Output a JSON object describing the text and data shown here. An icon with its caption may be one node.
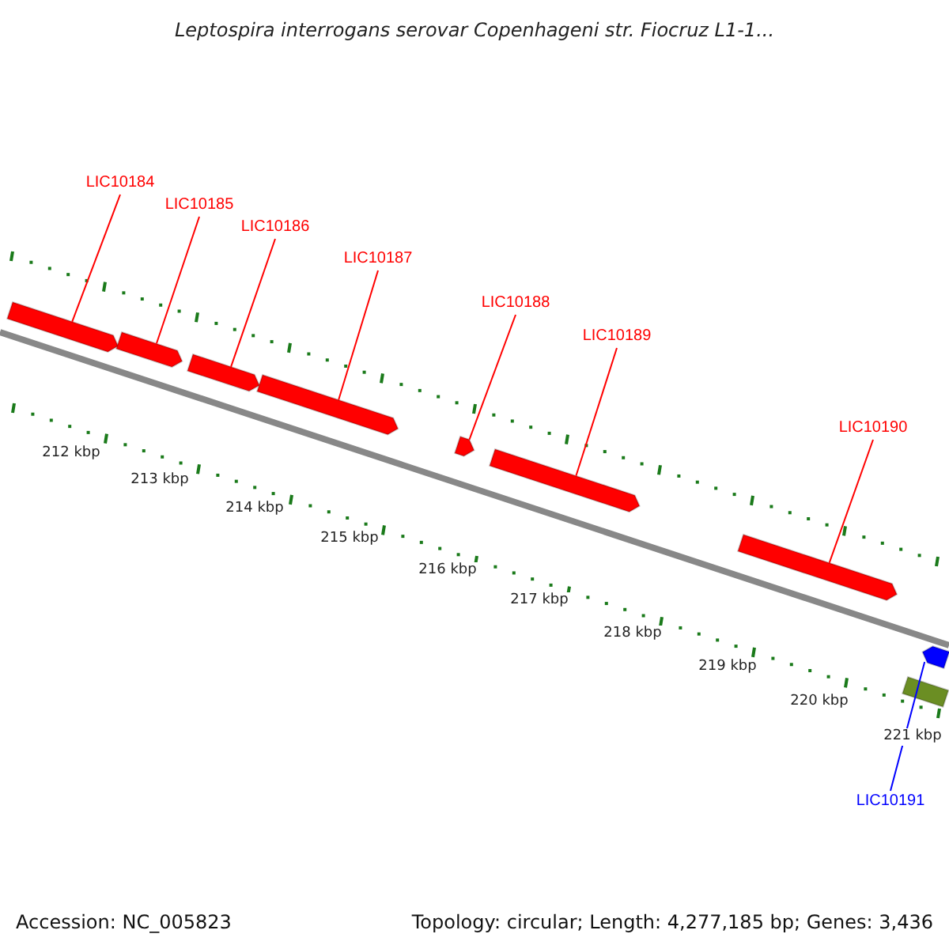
{
  "diagram": {
    "title": "Leptospira interrogans serovar Copenhageni str. Fiocruz L1-1...",
    "nodes": [
      {
        "text": [
          "LIC10184"
        ]
      },
      {
        "text": [
          "LIC10185"
        ]
      },
      {
        "text": [
          "LIC10186"
        ]
      },
      {
        "text": [
          "LIC10187"
        ]
      },
      {
        "text": [
          "LIC10188"
        ]
      },
      {
        "text": [
          "LIC10189"
        ]
      },
      {
        "text": [
          "LIC10190"
        ]
      },
      {
        "text": [
          "LIC10191"
        ]
      },
      {
        "text": [],
        "shape": "bar"
      },
      {
        "text": [],
        "shape": "bar"
      },
      {
        "text": [],
        "shape": "bar"
      },
      {
        "text": [],
        "shape": "bar"
      },
      {
        "text": [],
        "shape": "bar"
      },
      {
        "text": [],
        "shape": "bar"
      },
      {
        "text": [],
        "shape": "bar"
      },
      {
        "text": [],
        "shape": "bar"
      },
      {
        "text": [],
        "shape": "bar"
      }
    ],
    "edges": [
      {
        "from": 0,
        "to": 8,
        "arrow": "none",
        "color": "#ff0000"
      },
      {
        "from": 1,
        "to": 9,
        "arrow": "none",
        "color": "#ff0000"
      },
      {
        "from": 2,
        "to": 10,
        "arrow": "none",
        "color": "#ff0000"
      },
      {
        "from": 3,
        "to": 11,
        "arrow": "none",
        "color": "#ff0000"
      },
      {
        "from": 4,
        "to": 12,
        "arrow": "none",
        "color": "#ff0000"
      },
      {
        "from": 5,
        "to": 13,
        "arrow": "none",
        "color": "#ff0000"
      },
      {
        "from": 6,
        "to": 14,
        "arrow": "none",
        "color": "#ff0000"
      },
      {
        "from": 7,
        "to": 15,
        "arrow": "none",
        "color": "#0000ff"
      }
    ],
    "labels": [
      "212 kbp",
      "213 kbp",
      "214 kbp",
      "215 kbp",
      "216 kbp",
      "217 kbp",
      "218 kbp",
      "219 kbp",
      "220 kbp",
      "221 kbp",
      "Accession: NC_005823",
      "Topology: circular; Length: 4,277,185 bp; Genes: 3,436"
    ]
  }
}
